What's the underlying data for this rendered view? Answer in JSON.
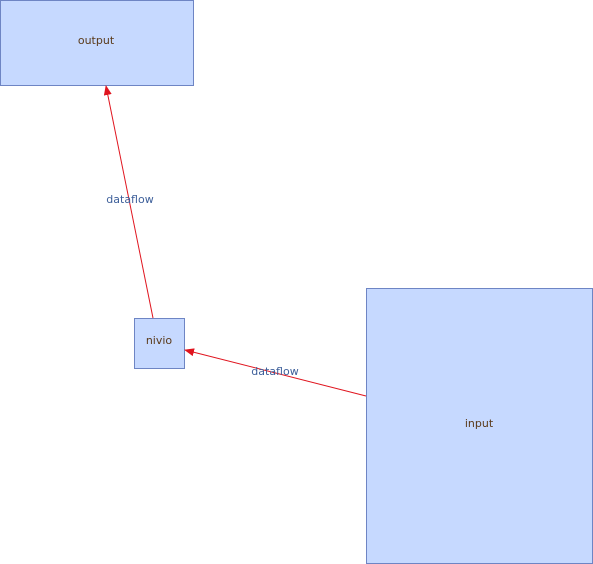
{
  "colors": {
    "node_fill": "#c6d9ff",
    "node_stroke": "#6e85c4",
    "node_text": "#5a3a1a",
    "edge_stroke": "#e0141e",
    "edge_text": "#3d5f9a"
  },
  "nodes": {
    "output": {
      "label": "output"
    },
    "nivio": {
      "label": "nivio"
    },
    "input": {
      "label": "input"
    }
  },
  "edges": [
    {
      "from": "nivio",
      "to": "output",
      "label": "dataflow"
    },
    {
      "from": "input",
      "to": "nivio",
      "label": "dataflow"
    }
  ]
}
